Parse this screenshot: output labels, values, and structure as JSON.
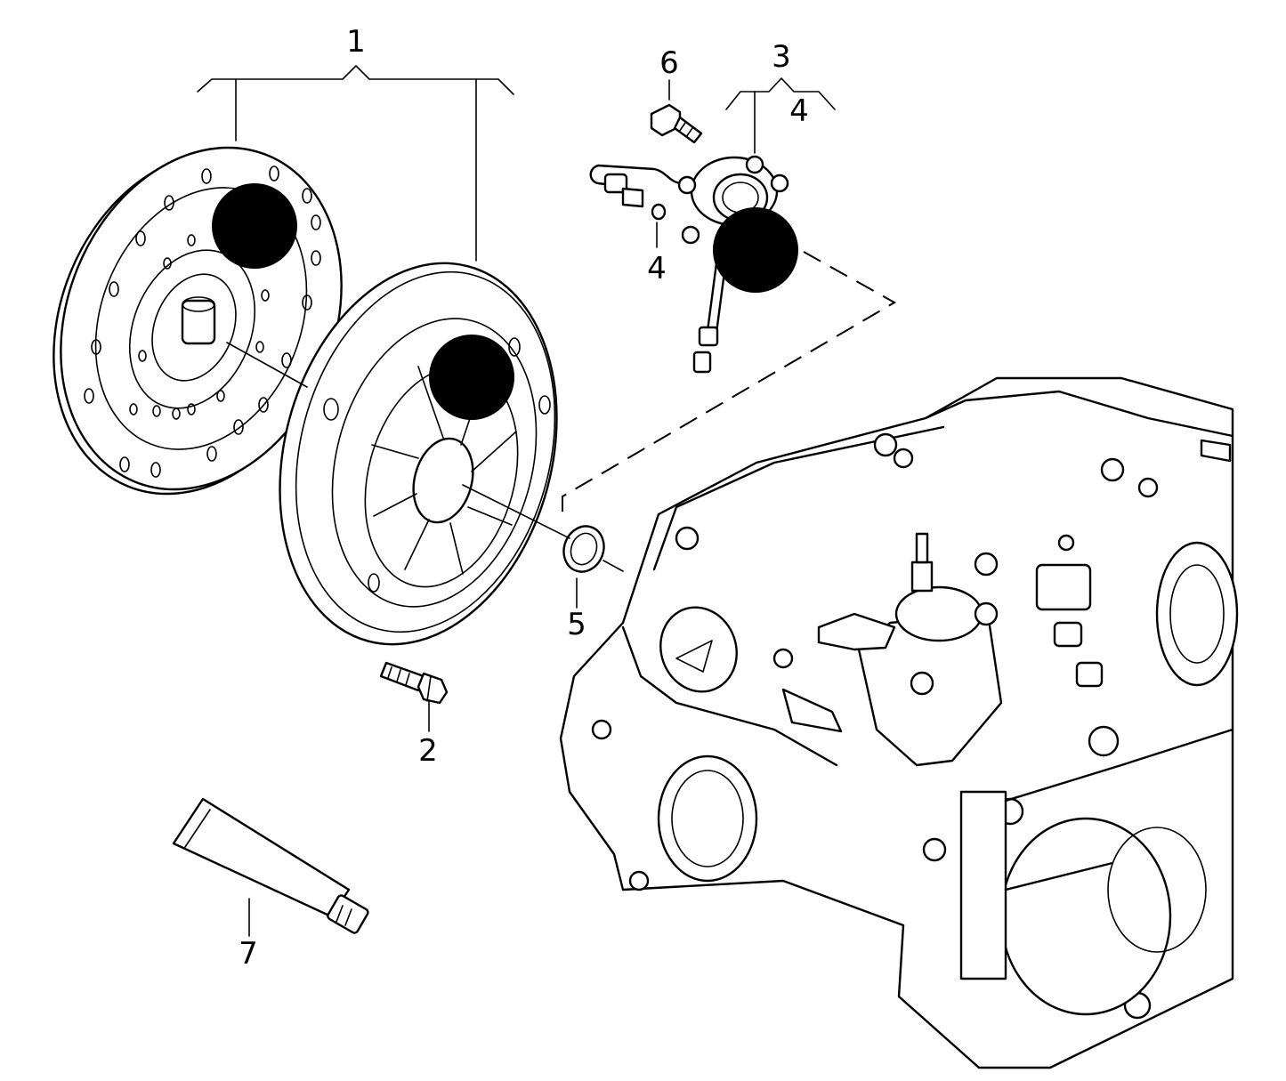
{
  "callouts": [
    {
      "id": "part-1",
      "text": "1"
    },
    {
      "id": "part-2",
      "text": "2"
    },
    {
      "id": "part-3",
      "text": "3"
    },
    {
      "id": "part-4-bracket",
      "text": "4"
    },
    {
      "id": "part-4-ring",
      "text": "4"
    },
    {
      "id": "part-5",
      "text": "5"
    },
    {
      "id": "part-6",
      "text": "6"
    },
    {
      "id": "part-7",
      "text": "7"
    }
  ],
  "colors": {
    "ink": "#000000",
    "paper": "#ffffff"
  }
}
